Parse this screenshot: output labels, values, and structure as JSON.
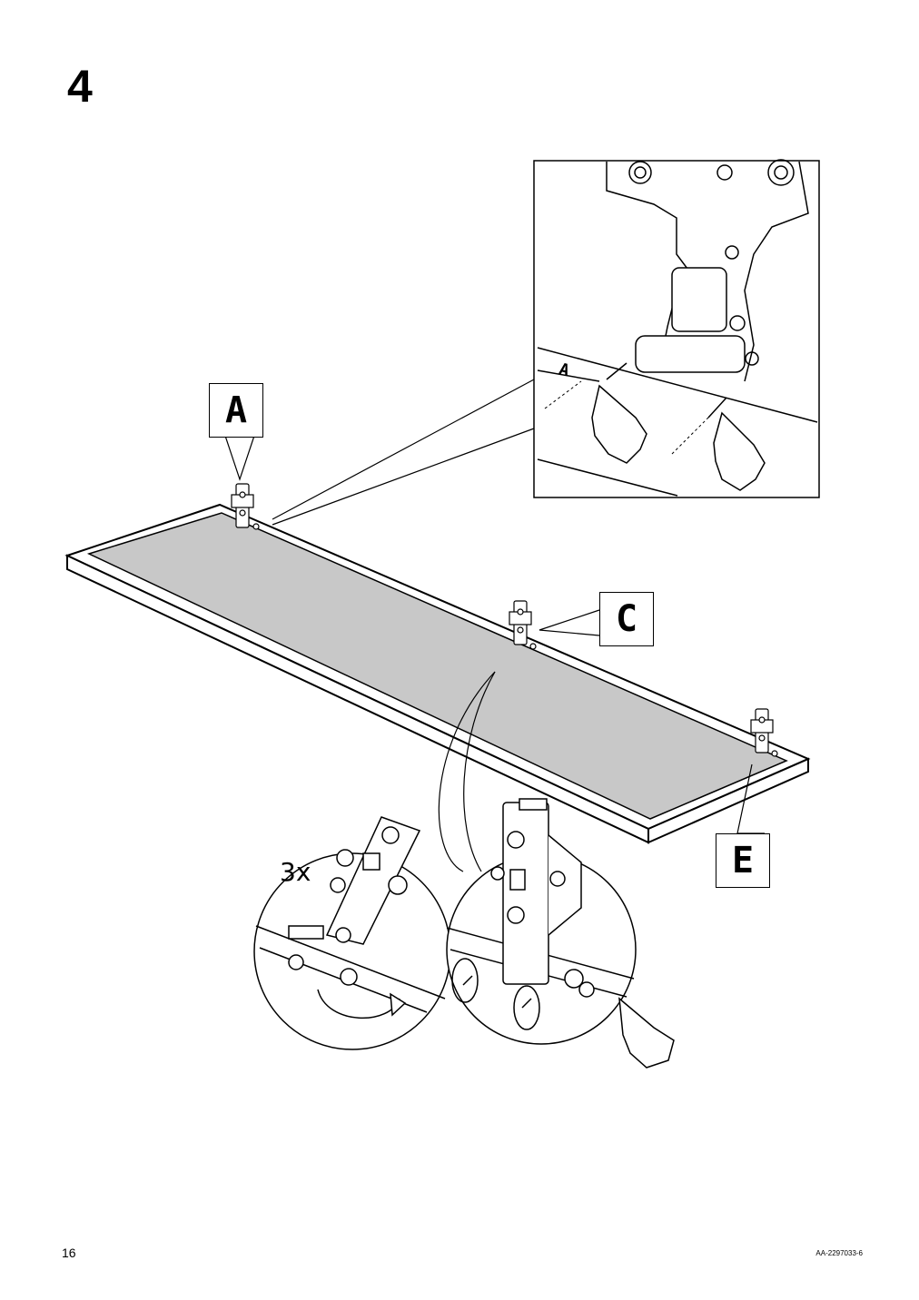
{
  "step": {
    "number": "4"
  },
  "labels": {
    "a": "A",
    "c": "C",
    "e": "E"
  },
  "quantity": "3x",
  "inset": {
    "marking": "A"
  },
  "footer": {
    "page_number": "16",
    "doc_code": "AA-2297033-6"
  },
  "colors": {
    "panel_fill": "#c8c8c8",
    "line": "#000000",
    "background": "#ffffff"
  }
}
